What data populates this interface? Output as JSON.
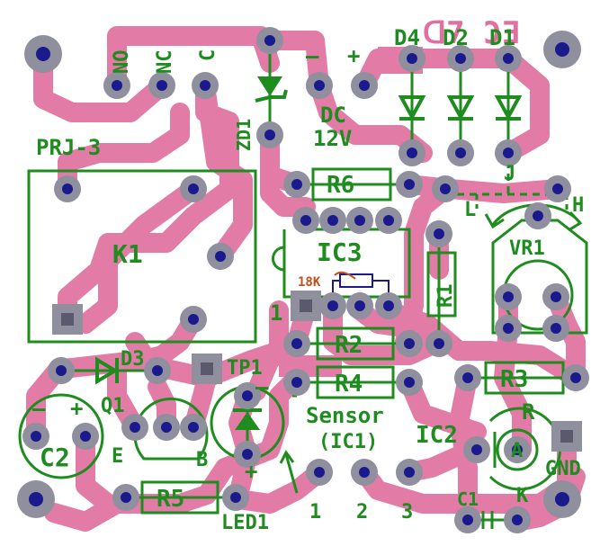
{
  "colors": {
    "board": "#ffffff",
    "trace": "#e27ba6",
    "silkscreen": "#1e8c1e",
    "pad_ring": "#8f8f9e",
    "pad_hole": "#1a1a8c",
    "mirrored_text": "#e26fa0",
    "added_resistor_label": "#c0501c",
    "added_resistor_outline": "#1a1a8c"
  },
  "mirrored_label": "ᗡ7 ϽƎ",
  "relay": {
    "pin_labels": [
      "NO",
      "NC",
      "C"
    ],
    "title": "PRJ-3",
    "reference": "K1"
  },
  "power": {
    "minus": "–",
    "plus": "+",
    "label_dc": "DC",
    "label_voltage": "12V",
    "zener": "ZD1"
  },
  "diodes": [
    "D4",
    "D2",
    "D1"
  ],
  "ic3": {
    "reference": "IC3",
    "pin_one": "1",
    "added_resistor": "18K"
  },
  "resistors": [
    "R6",
    "R1",
    "R2",
    "R4",
    "R3",
    "R5"
  ],
  "trimmer": {
    "reference": "VR1",
    "jumper": "J",
    "left": "L",
    "right": "H"
  },
  "transistor": {
    "reference": "Q1",
    "emitter": "E",
    "base": "B",
    "diode": "D3"
  },
  "capacitor_c2": {
    "reference": "C2",
    "minus": "–",
    "plus": "+"
  },
  "testpoint": "TP1",
  "led": {
    "reference": "LED1",
    "minus": "–",
    "plus": "+"
  },
  "sensor": {
    "label": "Sensor",
    "sublabel": "(IC1)",
    "pins": [
      "1",
      "2",
      "3"
    ]
  },
  "ic2": {
    "reference": "IC2",
    "r": "R",
    "a": "A",
    "k": "K"
  },
  "capacitor_c1": "C1",
  "ground": "GND"
}
